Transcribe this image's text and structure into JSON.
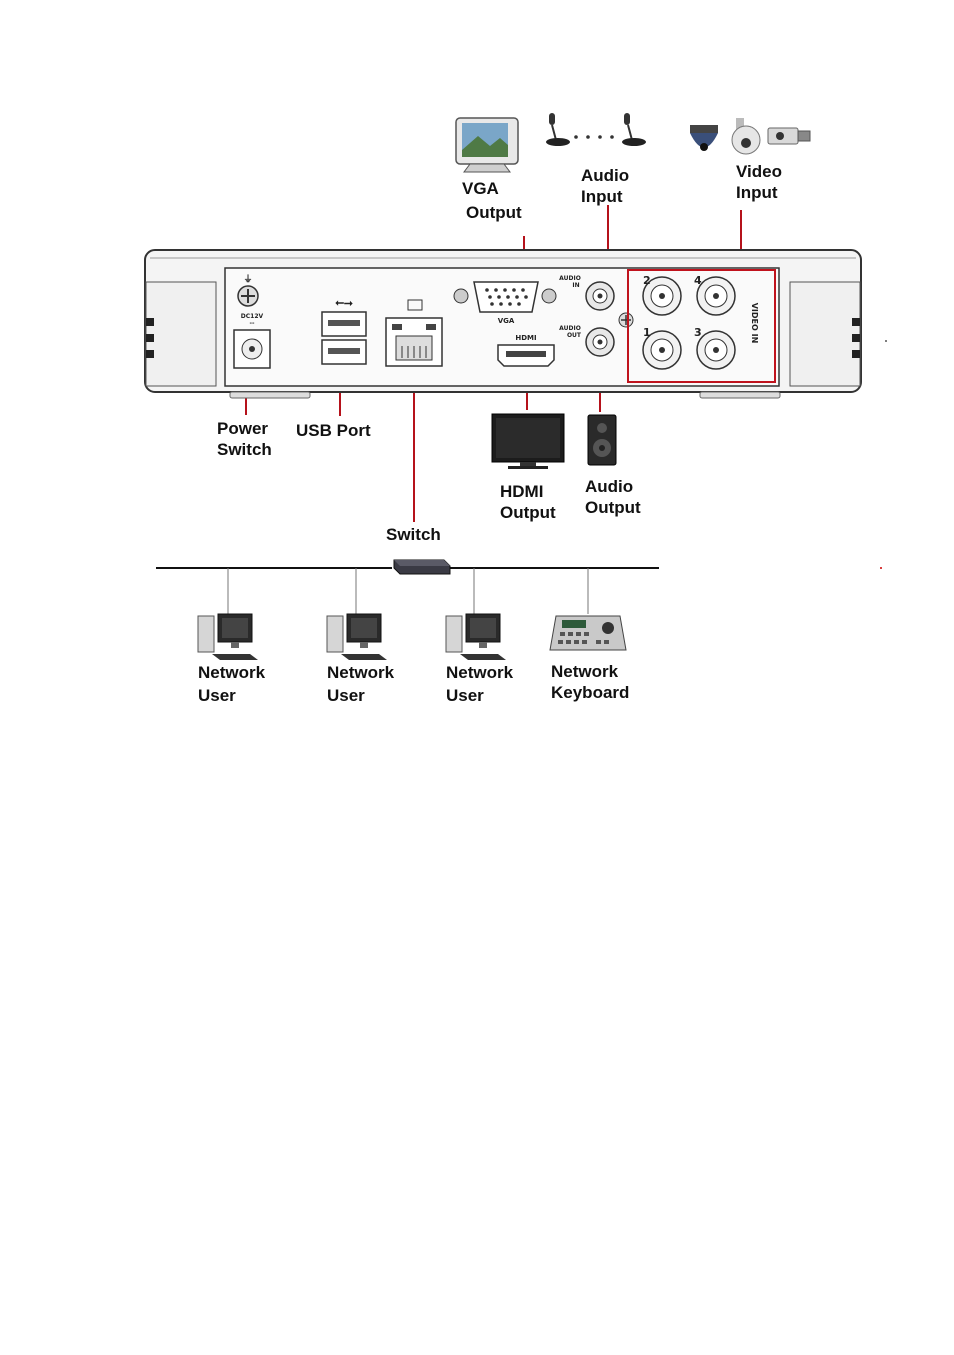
{
  "labels": {
    "vga_output": [
      "VGA",
      "Output"
    ],
    "audio_input": [
      "Audio",
      "Input"
    ],
    "video_input": [
      "Video",
      "Input"
    ],
    "power_switch": [
      "Power",
      "Switch"
    ],
    "usb_port": "USB Port",
    "hdmi_output": [
      "HDMI",
      "Output"
    ],
    "audio_output": [
      "Audio",
      "Output"
    ],
    "switch": "Switch",
    "network_user_1": [
      "Network",
      "User"
    ],
    "network_user_2": [
      "Network",
      "User"
    ],
    "network_user_3": [
      "Network",
      "User"
    ],
    "network_keyboard": [
      "Network",
      "Keyboard"
    ]
  },
  "panel_marks": {
    "vga": "VGA",
    "hdmi": "HDMI",
    "audio_in": [
      "AUDIO",
      "IN"
    ],
    "audio_out": [
      "AUDIO",
      "OUT"
    ],
    "video_in": "VIDEO IN",
    "dc": [
      "DC12V",
      "--"
    ],
    "channels": [
      "2",
      "4",
      "1",
      "3"
    ]
  },
  "colors": {
    "callout_line": "#b5121b",
    "highlight_box": "#c0131d",
    "chassis_outline": "#333333",
    "chassis_fill": "#f4f4f4"
  }
}
